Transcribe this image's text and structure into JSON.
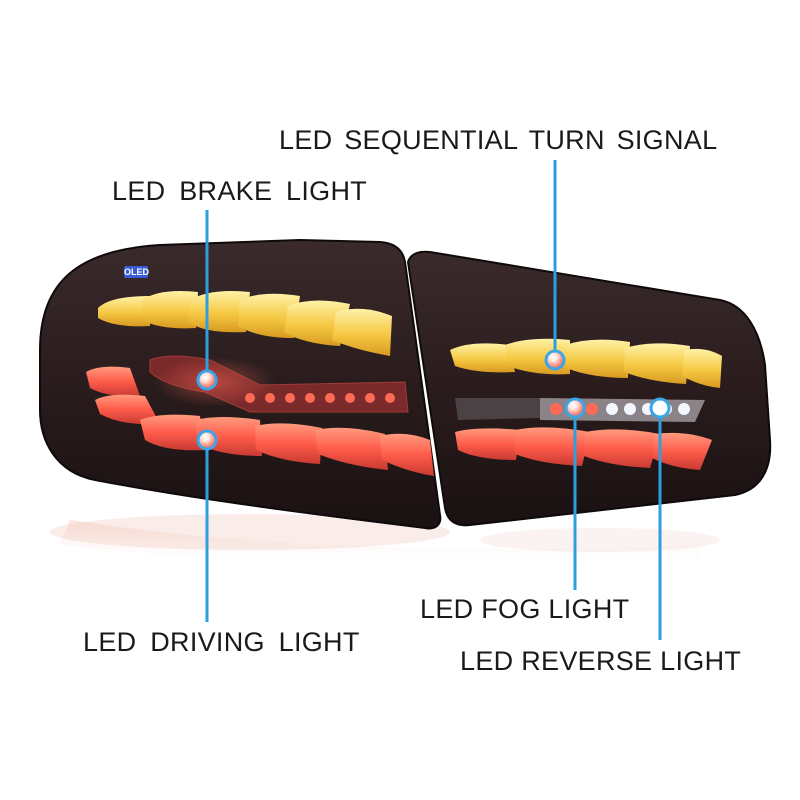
{
  "scene": {
    "background_color": "#ffffff",
    "housing_color": "#2a1e1f",
    "amber_color": "#f5c842",
    "red_color": "#ff6a55",
    "white_color": "#f4f6ff",
    "callout_line_color": "#2f9ee0",
    "callout_dot_color": "#3aa6ea"
  },
  "badge": {
    "text": "OLED",
    "color": "#3a5bd8"
  },
  "callouts": {
    "turn_signal": "LED  SEQUENTIAL TURN  SIGNAL",
    "brake": "LED  BRAKE  LIGHT",
    "fog": "LED FOG LIGHT",
    "driving": "LED  DRIVING  LIGHT",
    "reverse": "LED REVERSE LIGHT"
  }
}
